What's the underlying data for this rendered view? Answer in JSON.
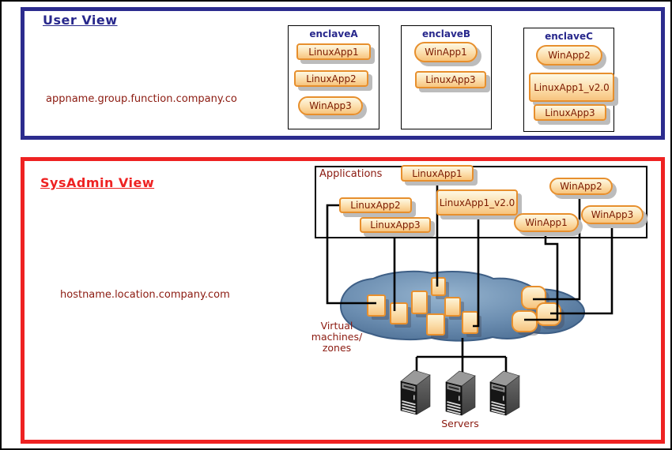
{
  "user_view": {
    "title": "User View",
    "domain_label": "appname.group.function.company.co",
    "enclaves": [
      {
        "name": "enclaveA",
        "apps": [
          {
            "label": "LinuxApp1",
            "type": "linux"
          },
          {
            "label": "LinuxApp2",
            "type": "linux"
          },
          {
            "label": "WinApp3",
            "type": "win"
          }
        ]
      },
      {
        "name": "enclaveB",
        "apps": [
          {
            "label": "WinApp1",
            "type": "win"
          },
          {
            "label": "LinuxApp3",
            "type": "linux"
          }
        ]
      },
      {
        "name": "enclaveC",
        "apps": [
          {
            "label": "WinApp2",
            "type": "win"
          },
          {
            "label": "LinuxApp1_v2.0",
            "type": "linux"
          },
          {
            "label": "LinuxApp3",
            "type": "linux"
          }
        ]
      }
    ]
  },
  "sysadmin_view": {
    "title": "SysAdmin View",
    "host_label": "hostname.location.company.com",
    "applications_label": "Applications",
    "apps": [
      {
        "label": "LinuxApp1",
        "type": "linux"
      },
      {
        "label": "LinuxApp2",
        "type": "linux"
      },
      {
        "label": "LinuxApp3",
        "type": "linux"
      },
      {
        "label": "LinuxApp1_v2.0",
        "type": "linux"
      },
      {
        "label": "WinApp1",
        "type": "win"
      },
      {
        "label": "WinApp2",
        "type": "win"
      },
      {
        "label": "WinApp3",
        "type": "win"
      }
    ],
    "cloud_label_line1": "Virtual",
    "cloud_label_line2": "machines/ zones",
    "servers_label": "Servers",
    "vm_counts": {
      "rectangular": 7,
      "rounded": 3,
      "servers": 3
    }
  },
  "colors": {
    "user_panel_border": "#2c2c8e",
    "sysadmin_panel_border": "#ee2222",
    "navy_text": "#28288c",
    "red_title": "#ee2222",
    "label_text": "#8b1a10",
    "app_text": "#7b1a00",
    "app_border": "#e78f2d",
    "app_fill_top": "#fdf8e3",
    "app_fill_bottom": "#f7c47e",
    "cloud_fill": "#6b8db0",
    "cloud_stroke": "#3e5f86",
    "connector": "#000000"
  }
}
